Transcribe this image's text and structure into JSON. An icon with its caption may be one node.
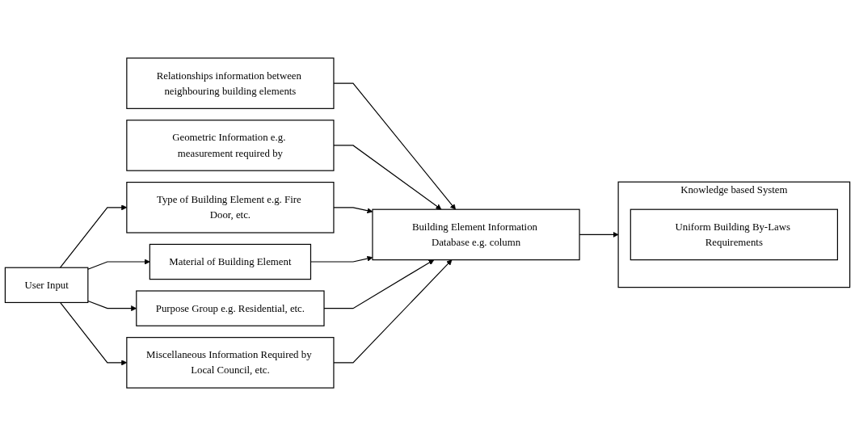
{
  "diagram": {
    "nodes": [
      {
        "text": [
          "Relationships information between neighbouring building elements"
        ]
      },
      {
        "text": [
          "Building Element Information Database e.g. column"
        ]
      },
      {
        "text": [
          "Knowledge based System"
        ]
      },
      {
        "text": [
          "Uniform Building By-Laws Requirements"
        ],
        "in": 2
      },
      {
        "text": [
          "Geometric Information e.g. measurement required by"
        ]
      },
      {
        "text": [
          "Type of Building Element e.g. Fire Door, etc."
        ]
      },
      {
        "text": [
          "Material of Building Element"
        ]
      },
      {
        "text": [
          "Purpose Group e.g. Residential, etc."
        ]
      },
      {
        "text": [
          "Miscellaneous Information Required by Local Council, etc."
        ]
      },
      {
        "text": [
          "User Input"
        ]
      }
    ],
    "edges": [
      {
        "from": 0,
        "to": 1,
        "arrow": "to"
      },
      {
        "from": 1,
        "to": 2,
        "arrow": "to"
      },
      {
        "from": 4,
        "to": 1,
        "arrow": "to"
      },
      {
        "from": 5,
        "to": 1,
        "arrow": "to"
      },
      {
        "from": 6,
        "to": 1,
        "arrow": "to"
      },
      {
        "from": 7,
        "to": 1,
        "arrow": "to"
      },
      {
        "from": 8,
        "to": 1,
        "arrow": "to"
      },
      {
        "from": 9,
        "to": 5,
        "arrow": "to"
      },
      {
        "from": 9,
        "to": 6,
        "arrow": "to"
      },
      {
        "from": 9,
        "to": 7,
        "arrow": "to"
      },
      {
        "from": 9,
        "to": 8,
        "arrow": "to"
      }
    ]
  }
}
